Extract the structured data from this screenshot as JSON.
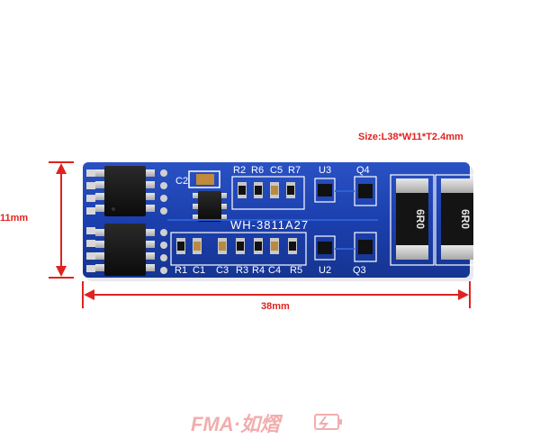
{
  "size_text": "Size:L38*W11*T2.4mm",
  "length_dim": "38mm",
  "width_dim": "11mm",
  "board_name": "WH-3811A27",
  "silkscreen_top": [
    "C2",
    "R2",
    "R6",
    "C5",
    "R7",
    "U3",
    "Q4"
  ],
  "silkscreen_bottom": [
    "R1",
    "C1",
    "C3",
    "R3",
    "R4",
    "C4",
    "R5",
    "U2",
    "Q3"
  ],
  "resistor_marking": "6R0",
  "watermark": "FMA·如熠",
  "colors": {
    "board": "#1a3fae",
    "dimension": "#e0231f",
    "pad": "#c9c9c9",
    "chip": "#161616"
  }
}
